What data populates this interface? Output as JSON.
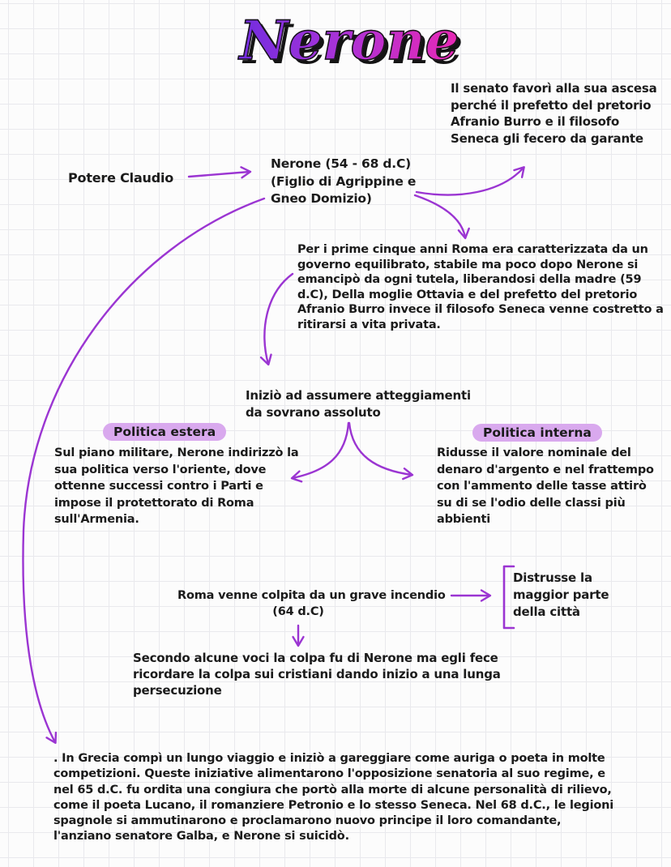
{
  "colors": {
    "paper": "#fcfcfc",
    "grid": "#e9e9ed",
    "ink": "#1b1b1b",
    "arrow": "#9b35d2",
    "highlight": "#d9a9ee",
    "title_shadow": "#141414",
    "title_gradient": [
      "#6d2ce0",
      "#a832d8",
      "#ee28b2"
    ]
  },
  "title": "Nerone",
  "map": {
    "senato_note": "Il senato favorì alla sua ascesa perché il prefetto del pretorio Afranio Burro e il filosofo Seneca gli fecero da garante",
    "potere_claudio": "Potere Claudio",
    "nerone_node": {
      "lines": [
        "Nerone (54 - 68 d.C)",
        "(Figlio di Agrippine e",
        "Gneo Domizio)"
      ]
    },
    "primi_anni": "Per i prime cinque anni Roma era caratterizzata da un governo equilibrato, stabile ma poco dopo Nerone si emancipò da ogni tutela, liberandosi della madre (59 d.C), Della moglie Ottavia e del prefetto del pretorio Afranio Burro invece il filosofo Seneca venne costretto a ritirarsi a vita privata.",
    "sovrano_assoluto": "Iniziò ad assumere atteggiamenti da sovrano assoluto",
    "politica_estera": {
      "label": "Politica estera",
      "text": "Sul piano militare, Nerone indirizzò la sua politica verso l'oriente, dove ottenne successi contro i Parti e impose il protettorato di Roma sull'Armenia."
    },
    "politica_interna": {
      "label": "Politica interna",
      "text": "Ridusse il valore nominale del denaro d'argento e nel frattempo con l'ammento delle tasse attirò su di se l'odio delle classi più abbienti"
    },
    "incendio": {
      "text": "Roma venne colpita da un grave incendio",
      "date": "(64 d.C)"
    },
    "distrusse": "Distrusse la maggior parte della città",
    "persecuzione": "Secondo alcune voci la colpa fu di Nerone ma egli fece ricordare la colpa sui cristiani dando inizio a una lunga persecuzione",
    "grecia": ". In Grecia compì un lungo viaggio e iniziò a gareggiare come auriga o poeta in molte competizioni. Queste iniziative alimentarono l'opposizione senatoria al suo regime, e nel 65 d.C. fu ordita una congiura che portò alla morte di alcune personalità di rilievo, come il poeta Lucano, il romanziere Petronio e lo stesso Seneca. Nel 68 d.C., le legioni spagnole si ammutinarono e proclamarono nuovo principe il loro comandante, l'anziano senatore Galba, e Nerone si suicidò."
  }
}
